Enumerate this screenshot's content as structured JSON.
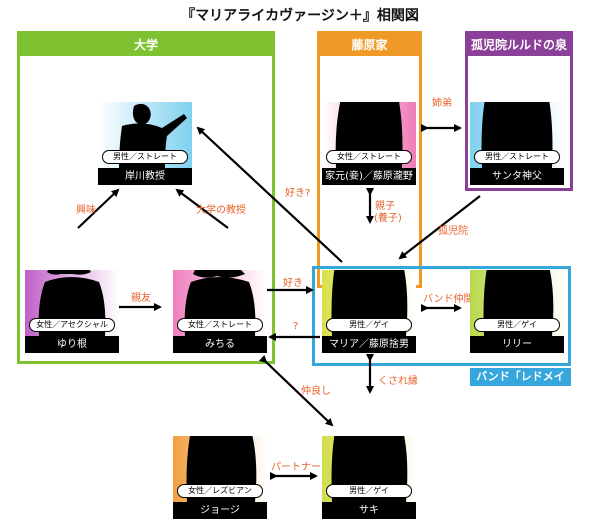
{
  "title": "『マリアライカヴァージン＋』相関図",
  "groups": {
    "university": "大学",
    "fujiwara": "藤原家",
    "orphanage": "孤児院ルルドの泉",
    "band": "バンド「レドメイン」"
  },
  "characters": {
    "kishikawa": {
      "tag": "男性／ストレート",
      "name": "岸川教授",
      "color": "#7fd0f0"
    },
    "yuri": {
      "tag": "女性／アセクシャル",
      "name": "ゆり根",
      "color": "#c060c8"
    },
    "michiru": {
      "tag": "女性／ストレート",
      "name": "みちる",
      "color": "#f080c0"
    },
    "iemoto": {
      "tag": "女性／ストレート",
      "name": "家元(妾)／藤原瀧野",
      "color": "#f07cb8"
    },
    "santa": {
      "tag": "男性／ストレート",
      "name": "サンタ神父",
      "color": "#7fd0f0"
    },
    "maria": {
      "tag": "男性／ゲイ",
      "name": "マリア／藤原捨男",
      "color": "#d8e04a"
    },
    "lily": {
      "tag": "男性／ゲイ",
      "name": "リリー",
      "color": "#b8d84a"
    },
    "george": {
      "tag": "女性／レズビアン",
      "name": "ジョージ",
      "color": "#f0a040"
    },
    "saki": {
      "tag": "男性／ゲイ",
      "name": "サキ",
      "color": "#d0dc4a"
    }
  },
  "relations": {
    "kyomi": "興味",
    "univ_prof": "大学の教授",
    "shinyu": "親友",
    "suki_q": "好き?",
    "suki": "好き",
    "question": "?",
    "shitei": "姉弟",
    "oyako1": "親子",
    "oyako2": "(養子)",
    "kojiin": "孤児院",
    "band_mate": "バンド仲間",
    "nakayoshi": "仲良し",
    "kusare": "くされ縁",
    "partner": "パートナー"
  }
}
